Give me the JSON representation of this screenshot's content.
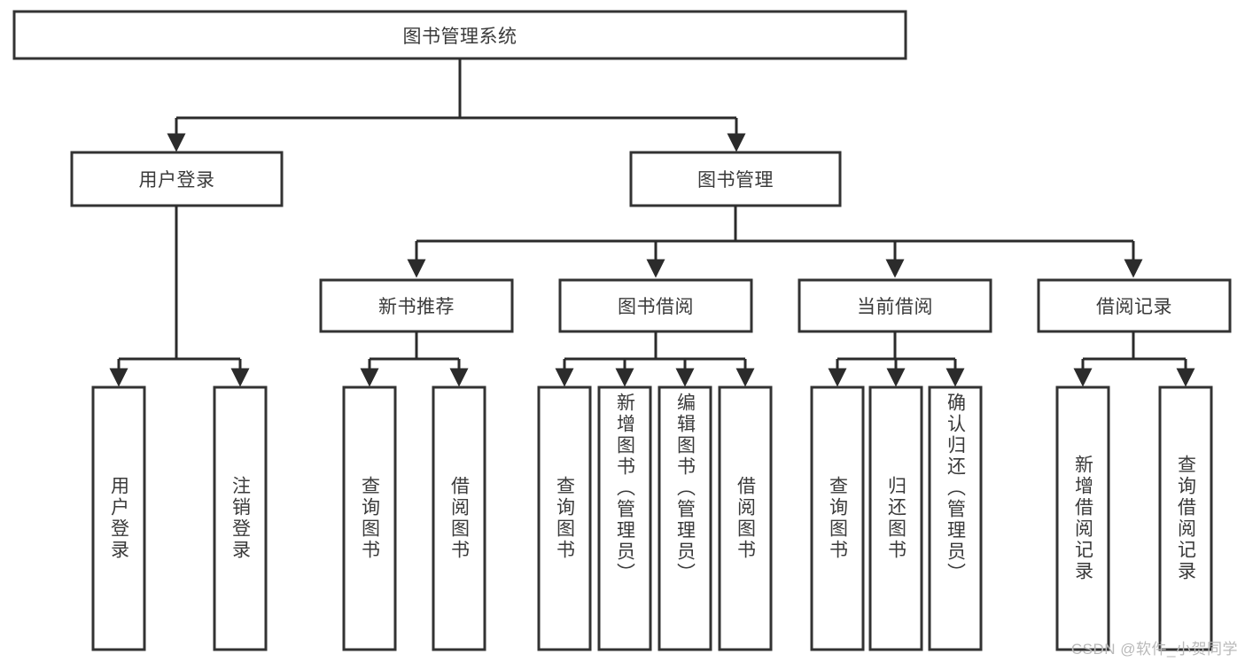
{
  "diagram": {
    "type": "tree-hierarchy",
    "title": "图书管理系统",
    "watermark": "CSDN @软件_小贺同学",
    "colors": {
      "box_stroke": "#333333",
      "box_fill": "#ffffff",
      "connector": "#2b2b2b",
      "text": "#3a3a3a",
      "watermark": "#b9b9b9",
      "background": "#ffffff"
    },
    "root": {
      "label": "图书管理系统"
    },
    "level2": [
      {
        "label": "用户登录"
      },
      {
        "label": "图书管理"
      }
    ],
    "level3": [
      {
        "label": "新书推荐"
      },
      {
        "label": "图书借阅"
      },
      {
        "label": "当前借阅"
      },
      {
        "label": "借阅记录"
      }
    ],
    "leaves": {
      "user_login": [
        {
          "label": "用户登录"
        },
        {
          "label": "注销登录"
        }
      ],
      "new_book_recommend": [
        {
          "label": "查询图书"
        },
        {
          "label": "借阅图书"
        }
      ],
      "book_borrow": [
        {
          "label": "查询图书"
        },
        {
          "label": "新增图书（管理员）"
        },
        {
          "label": "编辑图书（管理员）"
        },
        {
          "label": "借阅图书"
        }
      ],
      "current_borrow": [
        {
          "label": "查询图书"
        },
        {
          "label": "归还图书"
        },
        {
          "label": "确认归还（管理员）"
        }
      ],
      "borrow_record": [
        {
          "label": "新增借阅记录"
        },
        {
          "label": "查询借阅记录"
        }
      ]
    }
  }
}
